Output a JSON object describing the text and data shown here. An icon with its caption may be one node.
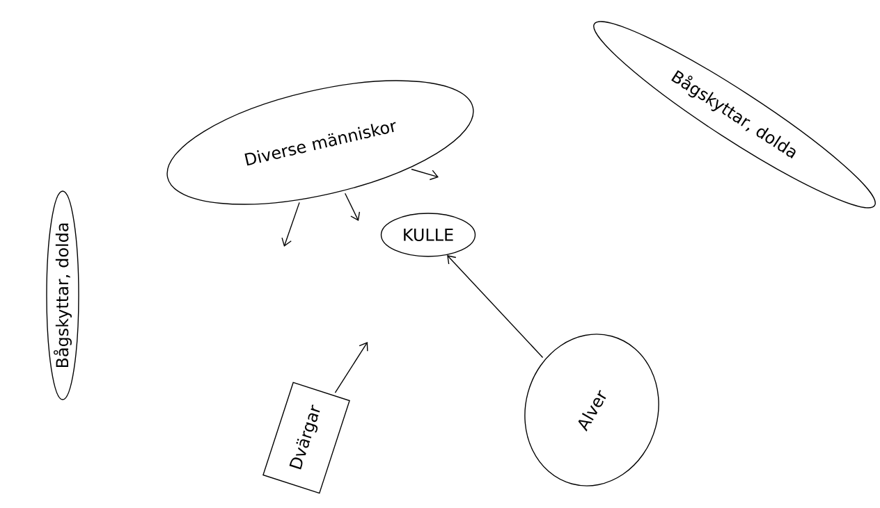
{
  "diagram": {
    "nodes": [
      {
        "text": [
          "Diverse människor"
        ]
      },
      {
        "text": [
          "Bågskyttar, dolda"
        ]
      },
      {
        "text": [
          "Bågskyttar, dolda"
        ]
      },
      {
        "text": [
          "KULLE"
        ]
      },
      {
        "text": [
          "Dvärgar"
        ]
      },
      {
        "text": [
          "Alver"
        ]
      }
    ],
    "edges": [
      {
        "from": 0,
        "to": null,
        "arrow": "to"
      },
      {
        "from": 0,
        "to": null,
        "arrow": "to"
      },
      {
        "from": 0,
        "to": null,
        "arrow": "to"
      },
      {
        "from": 4,
        "to": null,
        "arrow": "to"
      },
      {
        "from": 5,
        "to": 3,
        "arrow": "to"
      }
    ]
  }
}
